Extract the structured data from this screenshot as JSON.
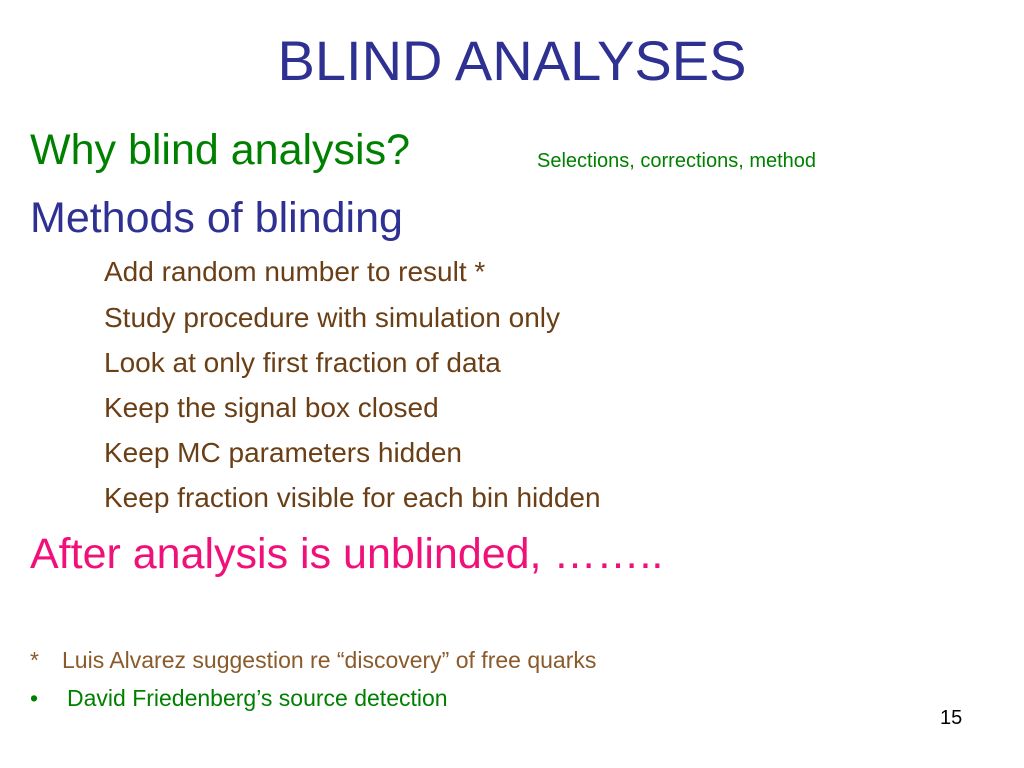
{
  "slide": {
    "title": "BLIND ANALYSES",
    "heading_why": "Why blind analysis?",
    "why_note": "Selections, corrections, method",
    "heading_methods": "Methods of blinding",
    "methods": [
      "Add random number to result *",
      "Study procedure with simulation only",
      "Look at only first fraction of data",
      "Keep the signal box closed",
      "Keep MC parameters hidden",
      "Keep fraction visible for each bin hidden"
    ],
    "after": "After analysis is unblinded, ……..",
    "footnote_marker": "*",
    "footnote_text": "Luis Alvarez suggestion re “discovery” of free quarks",
    "bullet_marker": "•",
    "bullet_text": "David Friedenberg’s source detection",
    "page_number": "15"
  }
}
